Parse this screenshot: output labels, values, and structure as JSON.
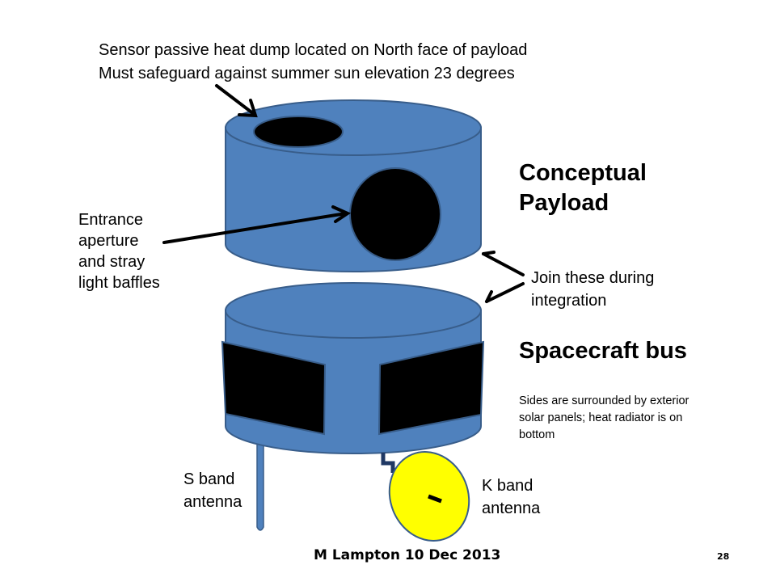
{
  "notes": {
    "heat_dump": [
      "Sensor passive heat dump located on North face of payload",
      "Must safeguard against summer sun elevation 23 degrees"
    ],
    "aperture": [
      "Entrance",
      "aperture",
      "and stray",
      "light baffles"
    ],
    "join": [
      "Join these during",
      "integration"
    ],
    "bus_note": [
      "Sides are surrounded by exterior",
      "solar panels; heat radiator is on",
      "bottom"
    ],
    "s_band": [
      "S band",
      "antenna"
    ],
    "k_band": [
      "K band",
      "antenna"
    ]
  },
  "titles": {
    "payload": [
      "Conceptual",
      "Payload"
    ],
    "bus": "Spacecraft bus"
  },
  "footer": {
    "author": "M Lampton 10 Dec 2013",
    "page": "28"
  },
  "colors": {
    "body_blue": "#4f81bd",
    "outline_blue": "#385d8a",
    "antenna_yellow": "#ffff00",
    "panel_black": "#000000",
    "feed_navy": "#1f3864"
  }
}
